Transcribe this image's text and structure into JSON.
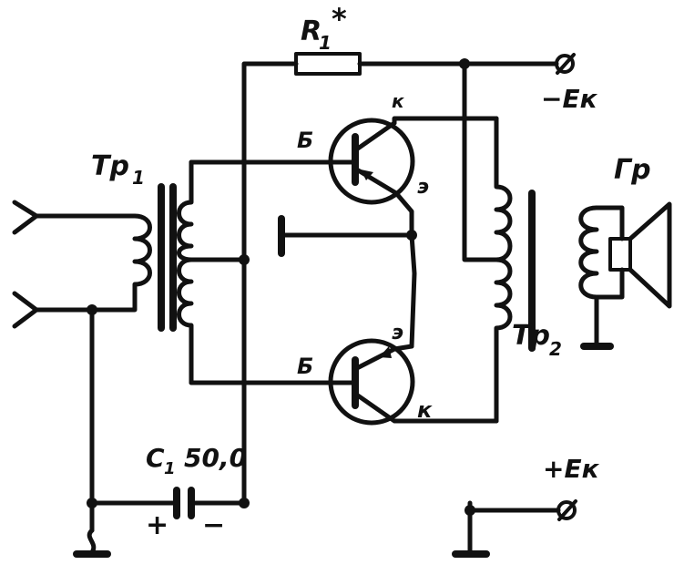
{
  "diagram": {
    "labels": {
      "r1": "R",
      "r1_sub": "1",
      "r1_star": "*",
      "tr1": "Tp",
      "tr1_sub": "1",
      "tr2": "Tp",
      "tr2_sub": "2",
      "gr": "Гр",
      "neg_supply": "−Ек",
      "pos_supply": "+Ек",
      "c1": "C",
      "c1_sub": "1",
      "c1_value": "50,0",
      "c_plus": "+",
      "c_minus": "−",
      "t1_base": "Б",
      "t1_collector": "к",
      "t1_emitter": "э",
      "t2_base": "Б",
      "t2_collector": "к",
      "t2_emitter": "э"
    }
  }
}
